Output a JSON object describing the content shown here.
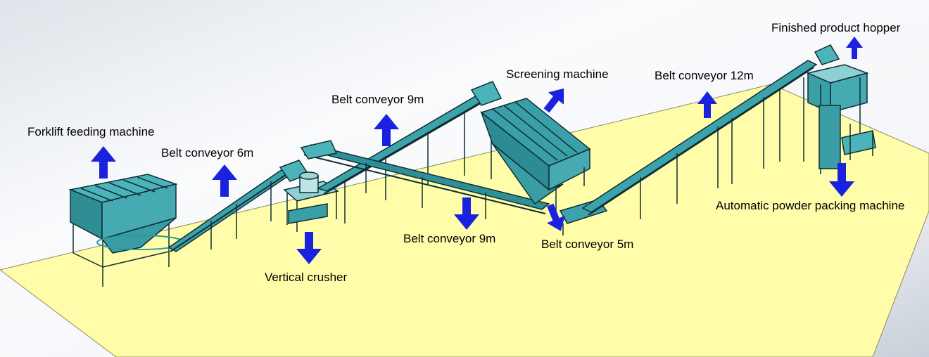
{
  "labels": {
    "forklift": "Forklift feeding machine",
    "belt6": "Belt conveyor 6m",
    "crusher": "Vertical crusher",
    "belt9_upper": "Belt conveyor 9m",
    "belt9_lower": "Belt conveyor 9m",
    "screening": "Screening machine",
    "belt5": "Belt conveyor 5m",
    "belt12": "Belt conveyor 12m",
    "hopper": "Finished product hopper",
    "packing": "Automatic powder packing machine"
  },
  "colors": {
    "floor": "#fffcaa",
    "machine": "#3fa8b0",
    "outline": "#0f2e33",
    "arrow": "#1a22e0",
    "background_light": "#fafbfd",
    "background_shade": "#c6cdd6"
  },
  "icons": [
    "arrow-up-icon",
    "arrow-down-icon"
  ]
}
